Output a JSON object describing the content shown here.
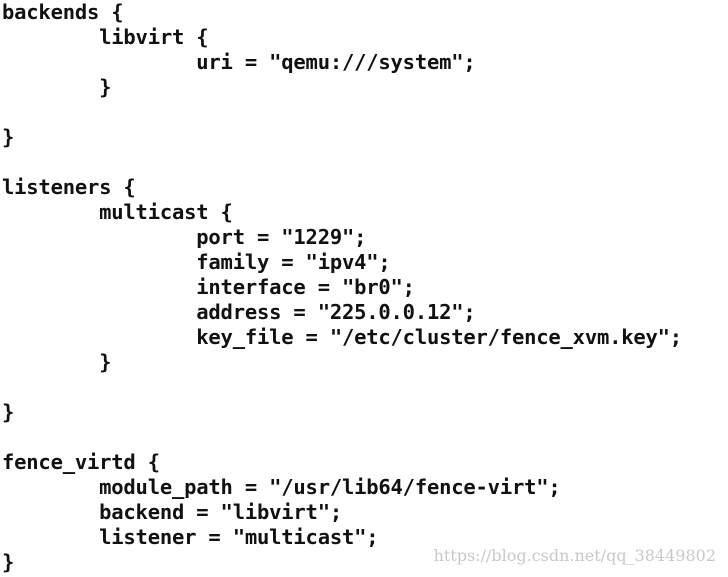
{
  "code": {
    "lines": [
      "backends {",
      "        libvirt {",
      "                uri = \"qemu:///system\";",
      "        }",
      "",
      "}",
      "",
      "listeners {",
      "        multicast {",
      "                port = \"1229\";",
      "                family = \"ipv4\";",
      "                interface = \"br0\";",
      "                address = \"225.0.0.12\";",
      "                key_file = \"/etc/cluster/fence_xvm.key\";",
      "        }",
      "",
      "}",
      "",
      "fence_virtd {",
      "        module_path = \"/usr/lib64/fence-virt\";",
      "        backend = \"libvirt\";",
      "        listener = \"multicast\";",
      "}"
    ]
  },
  "watermark": {
    "text": "https://blog.csdn.net/qq_38449802"
  }
}
